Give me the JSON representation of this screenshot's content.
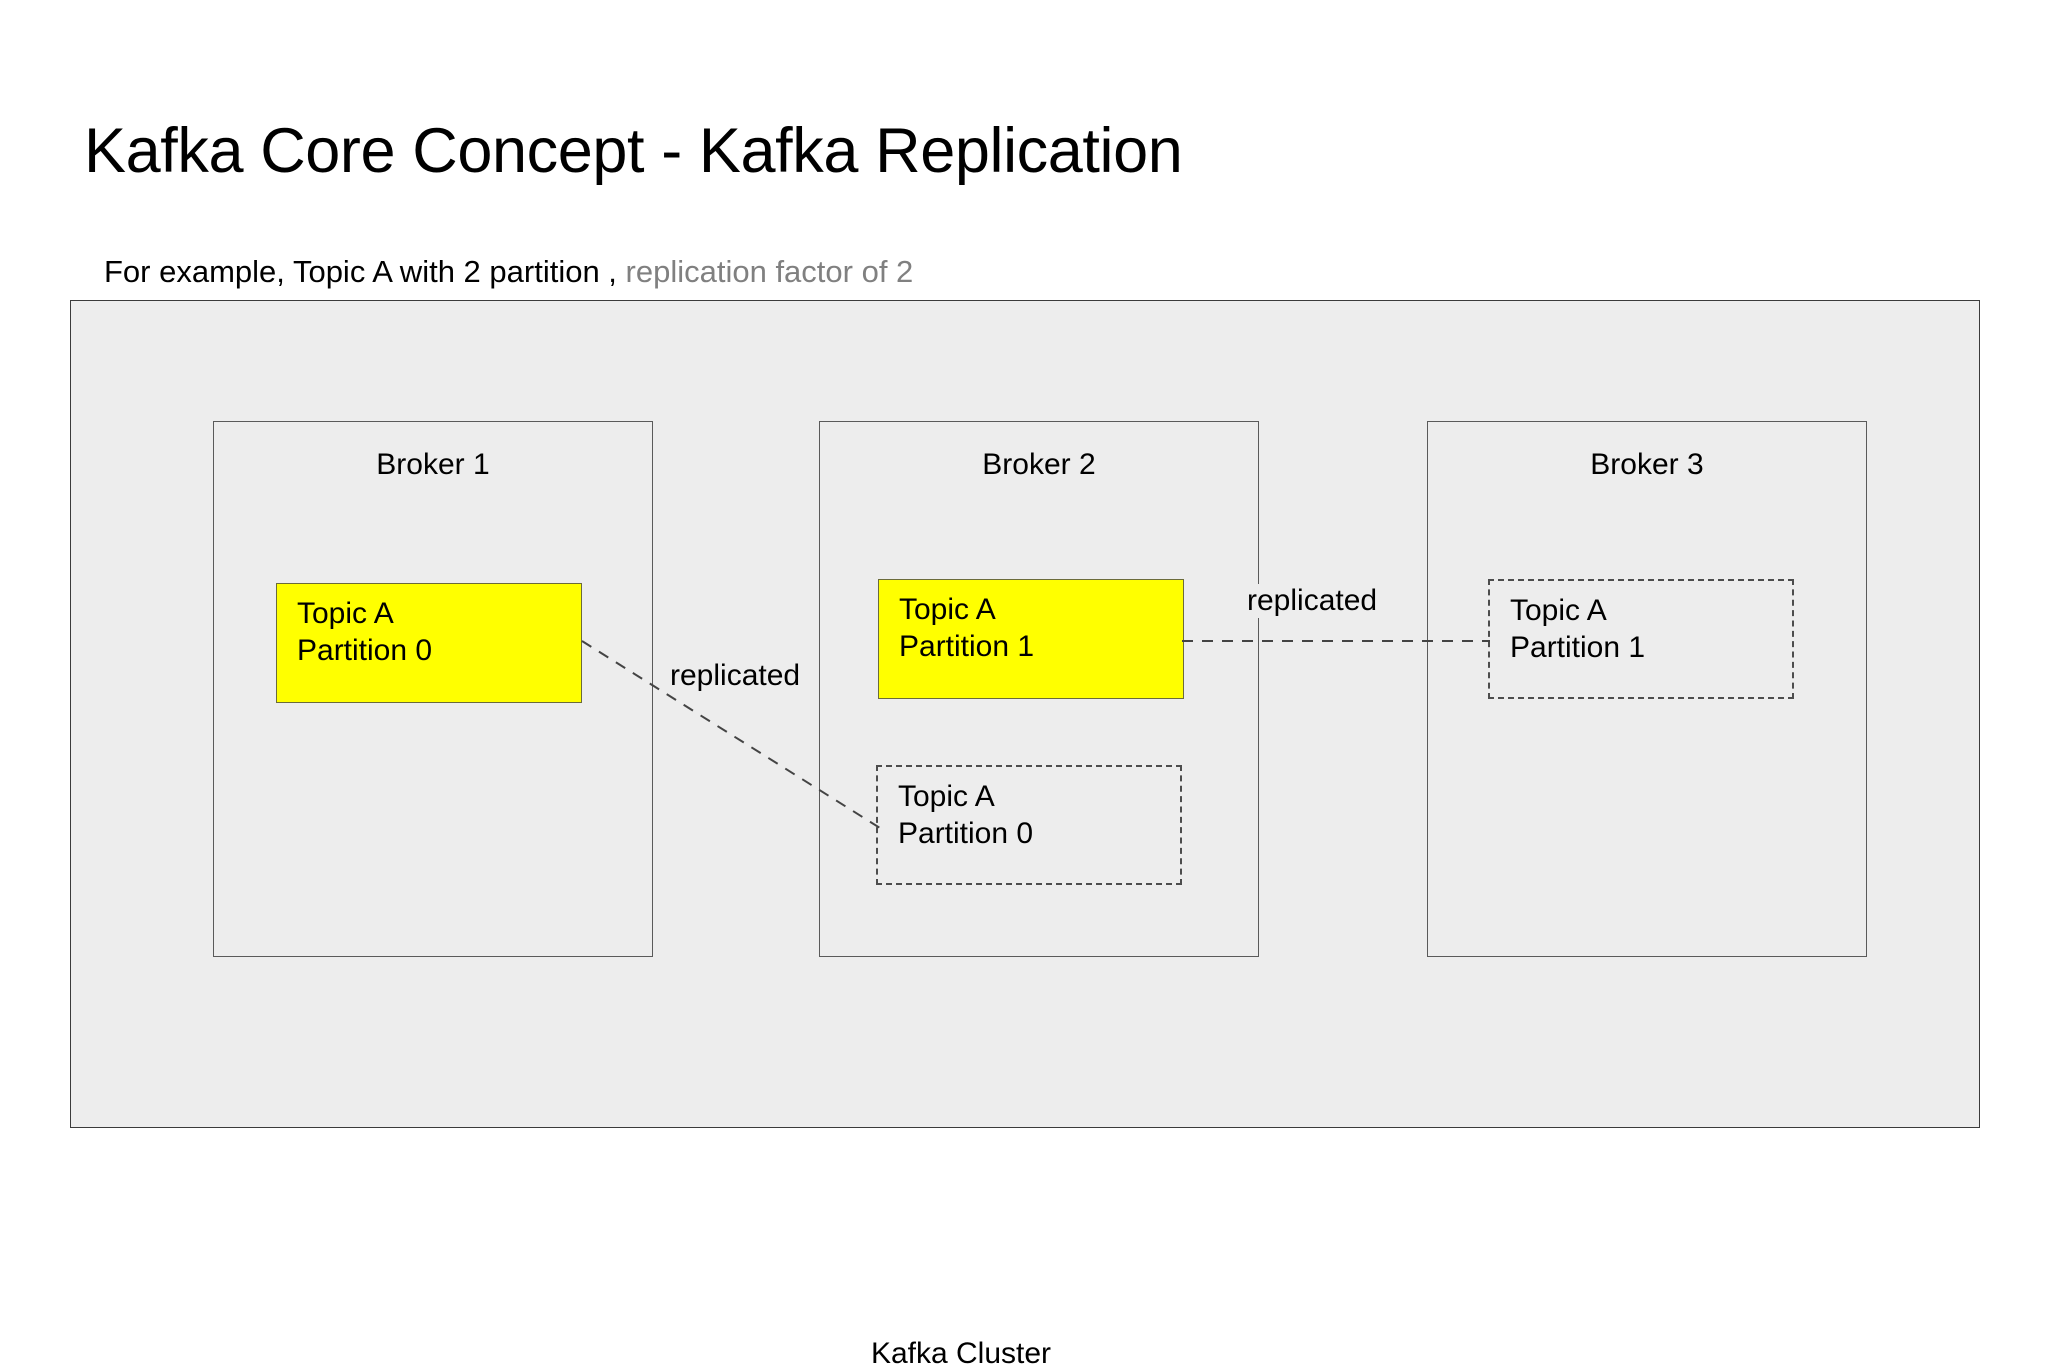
{
  "slide": {
    "title": "Kafka Core Concept - Kafka Replication",
    "subtitle_main": "For example, Topic A with 2 partition , ",
    "subtitle_muted": "replication factor of 2"
  },
  "colors": {
    "leader_fill": "#ffff00",
    "cluster_fill": "#ededed",
    "broker_fill": "#ededed",
    "border": "#3b3b3b",
    "muted_text": "#808080"
  },
  "cluster": {
    "label": "Kafka Cluster",
    "brokers": [
      {
        "label": "Broker 1",
        "partitions": [
          {
            "role": "leader",
            "topic": "Topic A",
            "partition": "Partition 0"
          }
        ]
      },
      {
        "label": "Broker 2",
        "partitions": [
          {
            "role": "leader",
            "topic": "Topic A",
            "partition": "Partition 1"
          },
          {
            "role": "replica",
            "topic": "Topic A",
            "partition": "Partition 0"
          }
        ]
      },
      {
        "label": "Broker 3",
        "partitions": [
          {
            "role": "replica",
            "topic": "Topic A",
            "partition": "Partition 1"
          }
        ]
      }
    ]
  },
  "connectors": [
    {
      "label": "replicated",
      "from": "broker1-partition-0-leader",
      "to": "broker2-partition-0-replica"
    },
    {
      "label": "replicated",
      "from": "broker2-partition-1-leader",
      "to": "broker3-partition-1-replica"
    }
  ]
}
